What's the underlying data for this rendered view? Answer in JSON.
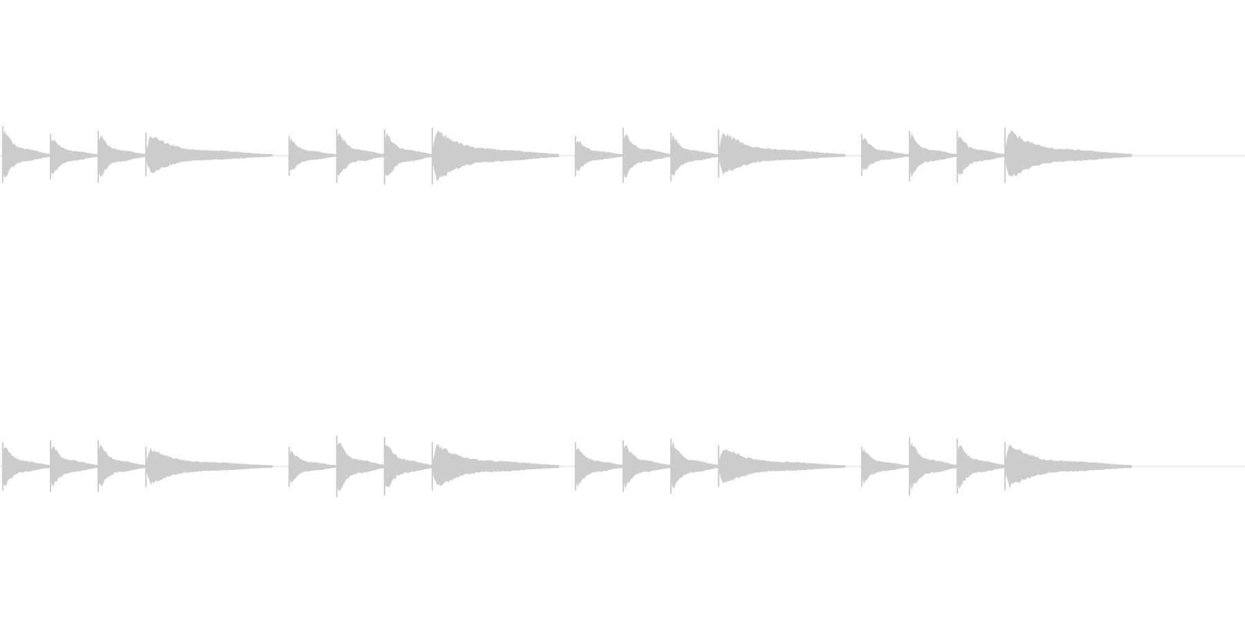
{
  "waveform": {
    "color": "#cccccc",
    "baseline_color": "#d9d9d9",
    "background": "#ffffff",
    "channels": [
      {
        "name": "channel-1",
        "bars": [
          {
            "notes": [
              {
                "peak_up": 0.18,
                "peak_down": 0.16
              },
              {
                "peak_up": 0.13,
                "peak_down": 0.14
              },
              {
                "peak_up": 0.15,
                "peak_down": 0.16
              },
              {
                "peak_up": 0.14,
                "peak_down": 0.12
              }
            ]
          },
          {
            "notes": [
              {
                "peak_up": 0.12,
                "peak_down": 0.12
              },
              {
                "peak_up": 0.16,
                "peak_down": 0.16
              },
              {
                "peak_up": 0.16,
                "peak_down": 0.17
              },
              {
                "peak_up": 0.17,
                "peak_down": 0.17
              }
            ]
          },
          {
            "notes": [
              {
                "peak_up": 0.12,
                "peak_down": 0.12
              },
              {
                "peak_up": 0.17,
                "peak_down": 0.16
              },
              {
                "peak_up": 0.14,
                "peak_down": 0.15
              },
              {
                "peak_up": 0.16,
                "peak_down": 0.13
              }
            ]
          },
          {
            "notes": [
              {
                "peak_up": 0.13,
                "peak_down": 0.12
              },
              {
                "peak_up": 0.15,
                "peak_down": 0.15
              },
              {
                "peak_up": 0.15,
                "peak_down": 0.16
              },
              {
                "peak_up": 0.17,
                "peak_down": 0.16
              }
            ]
          }
        ]
      },
      {
        "name": "channel-2",
        "bars": [
          {
            "notes": [
              {
                "peak_up": 0.15,
                "peak_down": 0.14
              },
              {
                "peak_up": 0.16,
                "peak_down": 0.15
              },
              {
                "peak_up": 0.16,
                "peak_down": 0.15
              },
              {
                "peak_up": 0.12,
                "peak_down": 0.12
              }
            ]
          },
          {
            "notes": [
              {
                "peak_up": 0.12,
                "peak_down": 0.12
              },
              {
                "peak_up": 0.19,
                "peak_down": 0.18
              },
              {
                "peak_up": 0.18,
                "peak_down": 0.17
              },
              {
                "peak_up": 0.15,
                "peak_down": 0.14
              }
            ]
          },
          {
            "notes": [
              {
                "peak_up": 0.15,
                "peak_down": 0.14
              },
              {
                "peak_up": 0.16,
                "peak_down": 0.15
              },
              {
                "peak_up": 0.17,
                "peak_down": 0.16
              },
              {
                "peak_up": 0.13,
                "peak_down": 0.12
              }
            ]
          },
          {
            "notes": [
              {
                "peak_up": 0.12,
                "peak_down": 0.12
              },
              {
                "peak_up": 0.18,
                "peak_down": 0.17
              },
              {
                "peak_up": 0.17,
                "peak_down": 0.16
              },
              {
                "peak_up": 0.15,
                "peak_down": 0.14
              }
            ]
          }
        ]
      }
    ]
  }
}
